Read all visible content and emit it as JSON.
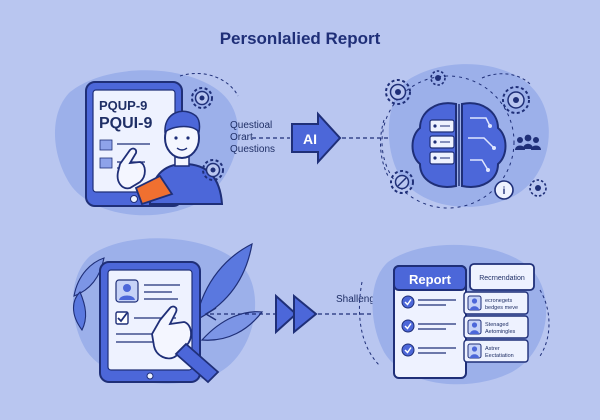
{
  "title": "Personlalied Report",
  "tablet_top": {
    "line1": "PQUP-9",
    "line2": "PQUI-9"
  },
  "flow_top": {
    "labels": [
      "Questioal",
      "Orart",
      "Questions"
    ],
    "ai_label": "AI"
  },
  "flow_bottom": {
    "label": "Shallenges"
  },
  "report": {
    "title": "Report",
    "tab_label": "Recrnendation",
    "items": [
      {
        "line1": "ecronegets",
        "line2": "bedges meve"
      },
      {
        "line1": "Stenaged",
        "line2": "Aetomingles"
      },
      {
        "line1": "Astrer",
        "line2": "Eectatiation"
      }
    ]
  },
  "colors": {
    "background": "#b9c6f0",
    "blob": "#9cb0ea",
    "outline": "#1f2f78",
    "accent_blue": "#4c67d9",
    "accent_orange": "#f07030",
    "paper": "#eef2ff"
  }
}
